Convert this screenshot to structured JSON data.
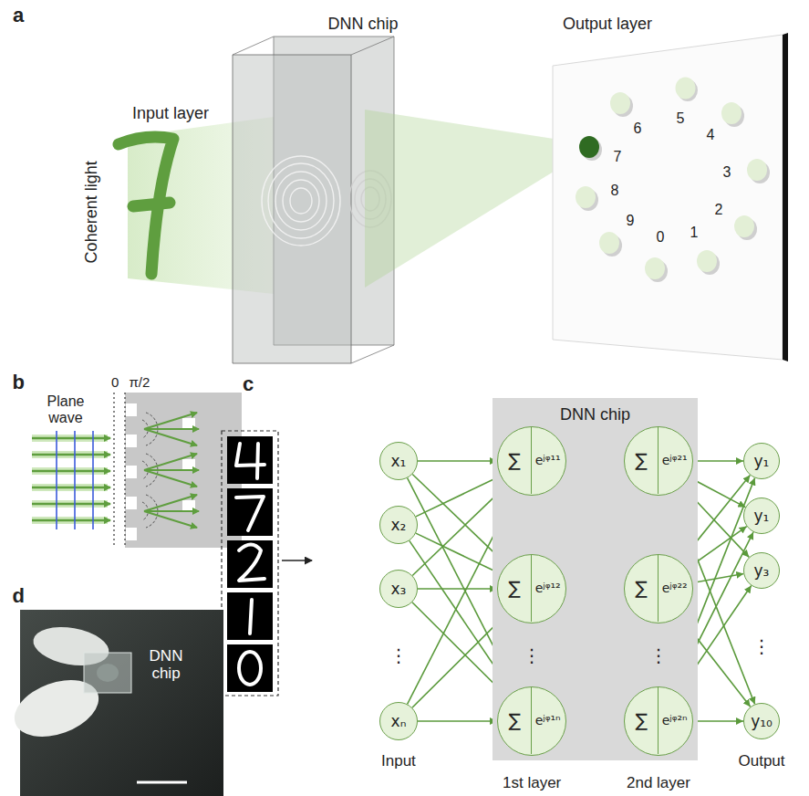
{
  "diagram": {
    "nodes": [
      {
        "text": [
          "x₁"
        ]
      },
      {
        "text": [
          "x₂"
        ]
      },
      {
        "text": [
          "x₃"
        ]
      },
      {
        "text": [
          "xₙ"
        ]
      },
      {
        "text": [
          "DNN chip"
        ]
      },
      {
        "text": [
          "∑",
          "eʲᵠ¹¹"
        ],
        "in": 4
      },
      {
        "text": [
          "∑",
          "eʲᵠ¹²"
        ],
        "in": 4
      },
      {
        "text": [
          "∑",
          "eʲᵠ¹ⁿ"
        ],
        "in": 4
      },
      {
        "text": [
          "∑",
          "eʲᵠ²¹"
        ],
        "in": 4
      },
      {
        "text": [
          "∑",
          "eʲᵠ²²"
        ],
        "in": 4
      },
      {
        "text": [
          "∑",
          "eʲᵠ²ⁿ"
        ],
        "in": 4
      },
      {
        "text": [
          "y₁"
        ]
      },
      {
        "text": [
          "y₁"
        ]
      },
      {
        "text": [
          "y₃"
        ]
      },
      {
        "text": [
          "y₁₀"
        ]
      }
    ],
    "edges": [
      {
        "from": 0,
        "to": 5,
        "arrow": "to"
      },
      {
        "from": 0,
        "to": 6,
        "arrow": "to"
      },
      {
        "from": 0,
        "to": 7,
        "arrow": "to"
      },
      {
        "from": 1,
        "to": 5,
        "arrow": "to"
      },
      {
        "from": 1,
        "to": 6,
        "arrow": "to"
      },
      {
        "from": 1,
        "to": 7,
        "arrow": "to"
      },
      {
        "from": 2,
        "to": 5,
        "arrow": "to"
      },
      {
        "from": 2,
        "to": 6,
        "arrow": "to"
      },
      {
        "from": 2,
        "to": 7,
        "arrow": "to"
      },
      {
        "from": 3,
        "to": 5,
        "arrow": "to"
      },
      {
        "from": 3,
        "to": 6,
        "arrow": "to"
      },
      {
        "from": 3,
        "to": 7,
        "arrow": "to"
      },
      {
        "from": 5,
        "to": 8,
        "arrow": "to"
      },
      {
        "from": 5,
        "to": 9,
        "arrow": "to"
      },
      {
        "from": 5,
        "to": 10,
        "arrow": "to"
      },
      {
        "from": 6,
        "to": 8,
        "arrow": "to"
      },
      {
        "from": 6,
        "to": 9,
        "arrow": "to"
      },
      {
        "from": 6,
        "to": 10,
        "arrow": "to"
      },
      {
        "from": 7,
        "to": 8,
        "arrow": "to"
      },
      {
        "from": 7,
        "to": 9,
        "arrow": "to"
      },
      {
        "from": 7,
        "to": 10,
        "arrow": "to"
      },
      {
        "from": 8,
        "to": 11,
        "arrow": "to"
      },
      {
        "from": 8,
        "to": 12,
        "arrow": "to"
      },
      {
        "from": 8,
        "to": 13,
        "arrow": "to"
      },
      {
        "from": 8,
        "to": 14,
        "arrow": "to"
      },
      {
        "from": 9,
        "to": 11,
        "arrow": "to"
      },
      {
        "from": 9,
        "to": 12,
        "arrow": "to"
      },
      {
        "from": 9,
        "to": 13,
        "arrow": "to"
      },
      {
        "from": 9,
        "to": 14,
        "arrow": "to"
      },
      {
        "from": 10,
        "to": 11,
        "arrow": "to"
      },
      {
        "from": 10,
        "to": 12,
        "arrow": "to"
      },
      {
        "from": 10,
        "to": 13,
        "arrow": "to"
      },
      {
        "from": 10,
        "to": 14,
        "arrow": "to"
      }
    ],
    "labels": [
      "a",
      "DNN chip",
      "Output layer",
      "Input layer",
      "Coherent light",
      "5",
      "4",
      "3",
      "2",
      "1",
      "0",
      "9",
      "8",
      "7",
      "6",
      "b",
      "0",
      "π/2",
      "Plane wave",
      "c",
      "⋮",
      "⋮",
      "⋮",
      "⋮",
      "Input",
      "Output",
      "1st layer",
      "2nd layer",
      "d",
      "DNN chip"
    ]
  }
}
